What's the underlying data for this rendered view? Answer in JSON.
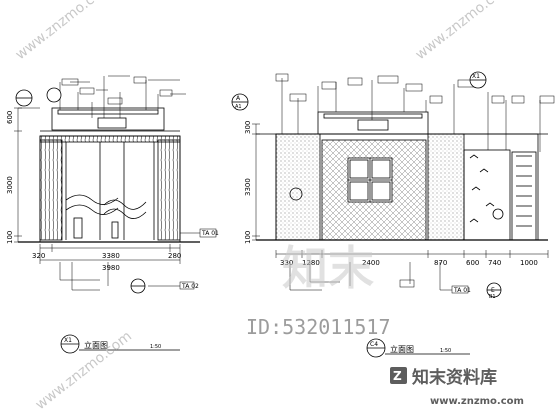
{
  "left_elevation": {
    "height_dims": [
      "600",
      "3000",
      "100"
    ],
    "width_dims": [
      "320",
      "3380",
      "280"
    ],
    "total_width": "3980",
    "side_tag": "TA 01",
    "bottom_tag": "TA 02",
    "callout_id": "X1",
    "title": "立面图",
    "scale": "1:50"
  },
  "right_elevation": {
    "height_dims": [
      "300",
      "3300",
      "100"
    ],
    "width_dims": [
      "330",
      "1280",
      "2400",
      "870",
      "600",
      "740",
      "1000"
    ],
    "callout_labels": [
      "A",
      "A1",
      "E",
      "B1",
      "X1"
    ],
    "bottom_tag": "TA 01",
    "callout_id": "C4",
    "title": "立面图",
    "scale": "1:50"
  },
  "watermark": {
    "id_text": "ID:532011517",
    "brand_cn": "知末资料库",
    "brand_url": "www.znzmo.com",
    "center_logo": "知末",
    "diag_text": "www.znzmo.com"
  }
}
